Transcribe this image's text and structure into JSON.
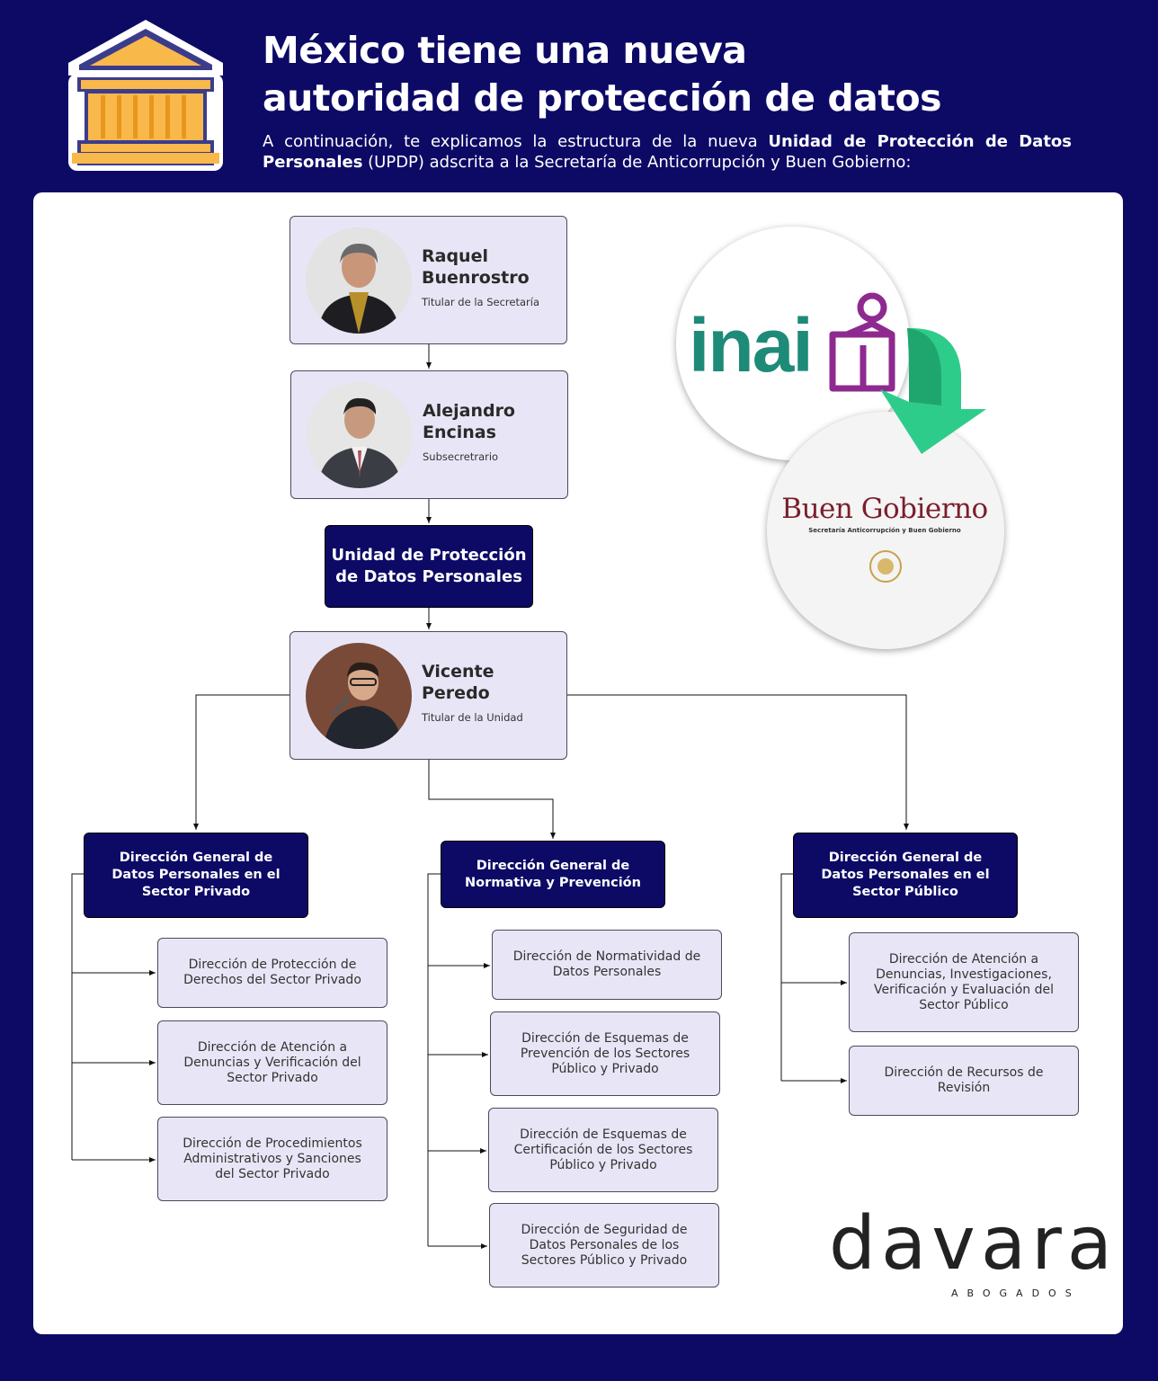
{
  "header": {
    "title_line1": "México tiene una nueva",
    "title_line2": "autoridad de protección de datos",
    "subtitle_pre": "A continuación, te explicamos la estructura de la nueva ",
    "subtitle_bold": "Unidad de Protección de Datos Personales",
    "subtitle_post": " (UPDP) adscrita a la Secretaría de Anticorrupción y Buen Gobierno:"
  },
  "people": [
    {
      "name_line1": "Raquel",
      "name_line2": "Buenrostro",
      "role": "Titular de la Secretaría"
    },
    {
      "name_line1": "Alejandro",
      "name_line2": "Encinas",
      "role": "Subsecretrario"
    },
    {
      "name_line1": "Vicente",
      "name_line2": "Peredo",
      "role": "Titular de la Unidad"
    }
  ],
  "unit": {
    "line1": "Unidad de Protección",
    "line2": "de Datos Personales"
  },
  "directorates": [
    {
      "title": [
        "Dirección General de",
        "Datos Personales en el",
        "Sector Privado"
      ],
      "children": [
        [
          "Dirección de Protección de",
          "Derechos del Sector Privado"
        ],
        [
          "Dirección de Atención a",
          "Denuncias y Verificación del",
          "Sector Privado"
        ],
        [
          "Dirección de Procedimientos",
          "Administrativos y Sanciones",
          "del Sector Privado"
        ]
      ]
    },
    {
      "title": [
        "Dirección General de",
        "Normativa y Prevención"
      ],
      "children": [
        [
          "Dirección de Normatividad de",
          "Datos Personales"
        ],
        [
          "Dirección de Esquemas de",
          "Prevención de los Sectores",
          "Público y Privado"
        ],
        [
          "Dirección de Esquemas de",
          "Certificación de los Sectores",
          "Público y Privado"
        ],
        [
          "Dirección de Seguridad de",
          "Datos Personales de los",
          "Sectores Público y Privado"
        ]
      ]
    },
    {
      "title": [
        "Dirección General de",
        "Datos Personales en el",
        "Sector Público"
      ],
      "children": [
        [
          "Dirección de Atención a",
          "Denuncias, Investigaciones,",
          "Verificación y Evaluación del",
          "Sector Público"
        ],
        [
          "Dirección de Recursos de",
          "Revisión"
        ]
      ]
    }
  ],
  "logos": {
    "inai": "inai",
    "buen_gobierno": "Buen Gobierno",
    "buen_gobierno_sub": "Secretaría Anticorrupción y Buen Gobierno",
    "davara": "davara",
    "abogados": "ABOGADOS"
  },
  "colors": {
    "navy": "#0d0a66",
    "light_box": "#e8e6f6",
    "inai_green": "#1e8a78",
    "inai_purple": "#8e2a8f",
    "arrow_green": "#2ecc8a",
    "buen_gobierno_red": "#7a1e2c",
    "gold": "#f9b84a"
  },
  "icons": [
    "building-icon",
    "arrow-down-icon"
  ]
}
